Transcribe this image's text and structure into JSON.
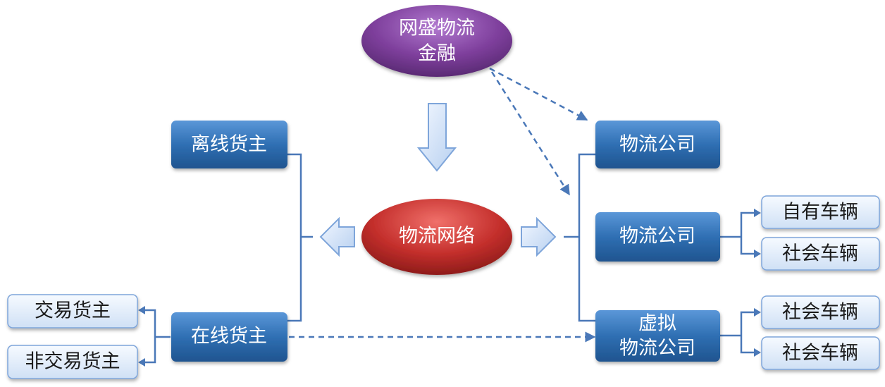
{
  "diagram": {
    "top_node": {
      "line1": "网盛物流",
      "line2": "金融"
    },
    "center_node": "物流网络",
    "left": {
      "offline_shipper": "离线货主",
      "online_shipper": "在线货主",
      "trade_shipper": "交易货主",
      "nontrade_shipper": "非交易货主"
    },
    "right": {
      "logistics_company_1": "物流公司",
      "logistics_company_2": "物流公司",
      "virtual_company": {
        "line1": "虚拟",
        "line2": "物流公司"
      },
      "own_vehicle": "自有车辆",
      "social_vehicle_1": "社会车辆",
      "social_vehicle_2": "社会车辆",
      "social_vehicle_3": "社会车辆"
    },
    "colors": {
      "dark_box": "#2f6fb3",
      "light_box": "#dbe8f8",
      "connector": "#4a78b8",
      "ellipse_top": "#7e3f9c",
      "ellipse_center": "#c42f2c"
    }
  }
}
